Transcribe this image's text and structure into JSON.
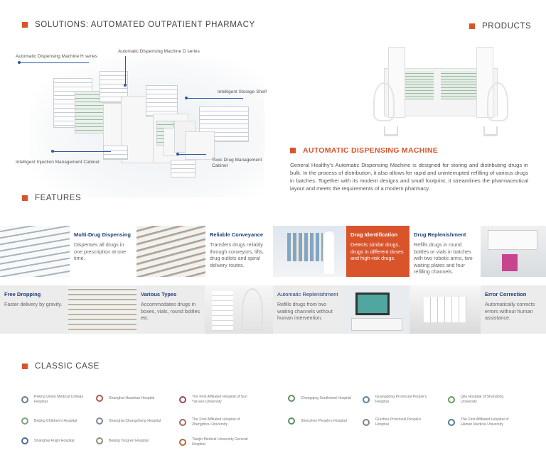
{
  "header": {
    "title": "SOLUTIONS: AUTOMATED OUTPATIENT PHARMACY",
    "products": "PRODUCTS"
  },
  "callouts": {
    "h_series": "Automatic Dispensing Machine H series",
    "d_series": "Automatic Dispensing Machine D series",
    "storage": "Intelligent Storage Shelf",
    "injection": "Intelligent Injection Management Cabinet",
    "toxic": "Toxic Drug Management Cabinet"
  },
  "product": {
    "title": "AUTOMATIC DISPENSING MACHINE",
    "description": "General Healthy’s Automatic Dispensing Machine is designed for storing and distributing drugs in bulk. In the process of distribution, it also allows for rapid and uninterrupted refilling of various drugs in batches. Together with its modern designs and small footprint, it streamlines the pharmaceutical layout and meets the requirements of a modern pharmacy."
  },
  "features": {
    "title": "FEATURES",
    "items": [
      {
        "title": "Multi-Drug Dispensing",
        "text": "Dispenses all drugs in one prescription at one time."
      },
      {
        "title": "Reliable Conveyance",
        "text": "Transfers drugs reliably through conveyors, lifts, drug outlets and spiral delivery routes."
      },
      {
        "title": "Drug Identification",
        "text": "Detects similar drugs, drugs in different doses and high-risk drugs."
      },
      {
        "title": "Drug Replenishment",
        "text": "Refills drugs in round bottles or vials in batches with two robotic arms, two waiting plates and four refilling channels."
      },
      {
        "title": "Free Dropping",
        "text": "Faster delivery by gravity."
      },
      {
        "title": "Various Types",
        "text": "Accommodates drugs in boxes, vials, round bottles etc."
      },
      {
        "title": "Automatic Replenishment",
        "text": "Refills drugs from two waiting channels without human intervention."
      },
      {
        "title": "Error Correction",
        "text": "Automatically corrects errors without human assistance."
      }
    ]
  },
  "cases": {
    "title": "CLASSIC CASE",
    "hospitals": [
      {
        "name": "Peking Union Medical College Hospital",
        "color": "#6b7c8f"
      },
      {
        "name": "Shanghai Huashan Hospital",
        "color": "#b0574a"
      },
      {
        "name": "The First Affiliated Hospital of Sun Yat-sen University",
        "color": "#9a4b58"
      },
      {
        "name": "Chongqing Southwest Hospital",
        "color": "#5f8f6a"
      },
      {
        "name": "Guangdong Provincial People's Hospital",
        "color": "#5a7fa8"
      },
      {
        "name": "Qilu Hospital of Shandong University",
        "color": "#6d9a5e"
      },
      {
        "name": "Beijing Children's Hospital",
        "color": "#7aa57c"
      },
      {
        "name": "Shanghai Changzheng Hospital",
        "color": "#7b8796"
      },
      {
        "name": "The First Affiliated Hospital of Zhengzhou University",
        "color": "#a36a5a"
      },
      {
        "name": "Shenzhen People's Hospital",
        "color": "#5c8f68"
      },
      {
        "name": "Guizhou Provincial People's Hospital",
        "color": "#7a8290"
      },
      {
        "name": "The First Affiliated Hospital of Hainan Medical University",
        "color": "#4f7d95"
      },
      {
        "name": "Shanghai Ruijin Hospital",
        "color": "#4a6e9b"
      },
      {
        "name": "Beijing Tongren Hospital",
        "color": "#8a8f7a"
      },
      {
        "name": "Tianjin Medical University General Hospital",
        "color": "#b06a3c"
      }
    ]
  },
  "colors": {
    "accent": "#d9542b",
    "navy": "#1e3c78",
    "callout_line": "#2a5aa0"
  }
}
